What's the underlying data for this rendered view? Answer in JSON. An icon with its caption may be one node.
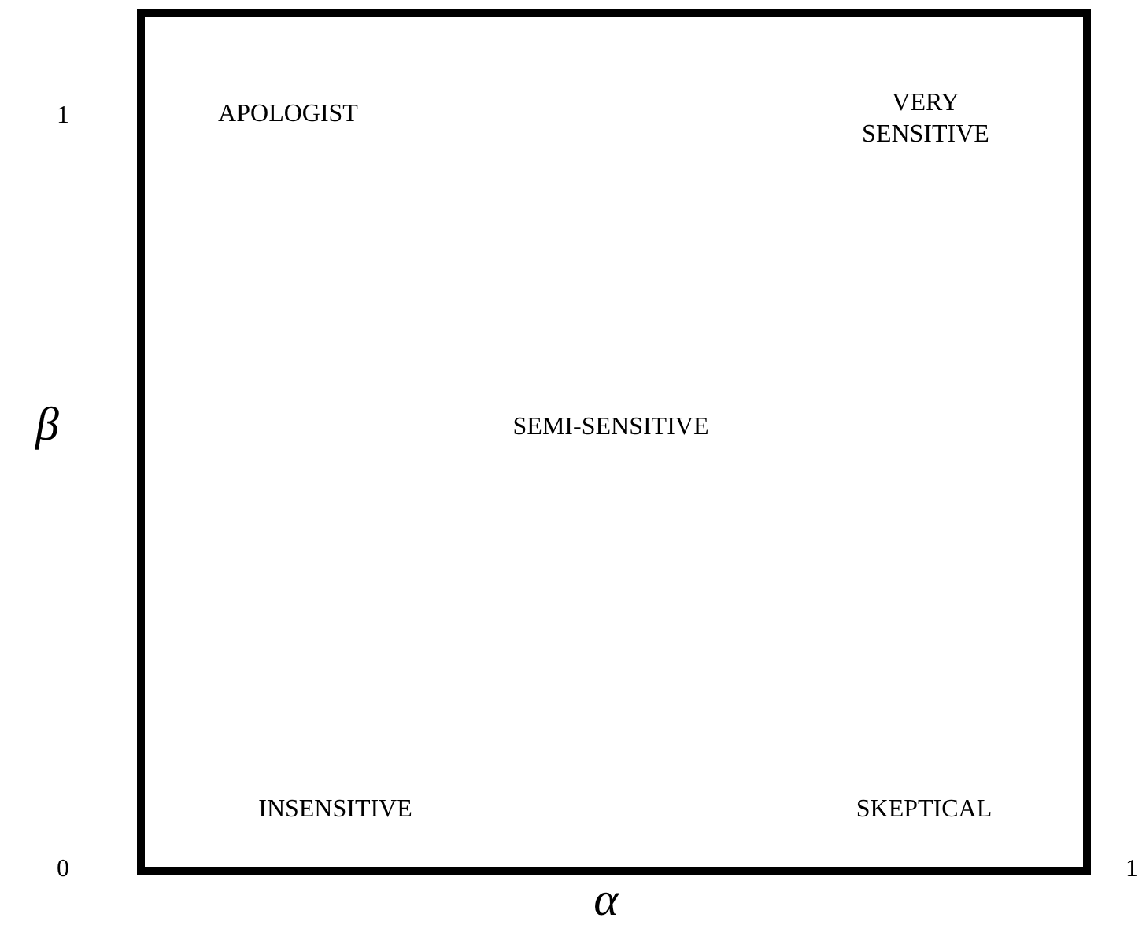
{
  "diagram": {
    "labels": [
      "1",
      "APOLOGIST",
      "VERY SENSITIVE",
      "β",
      "SEMI-SENSITIVE",
      "INSENSITIVE",
      "SKEPTICAL",
      "0",
      "1",
      "α"
    ]
  }
}
